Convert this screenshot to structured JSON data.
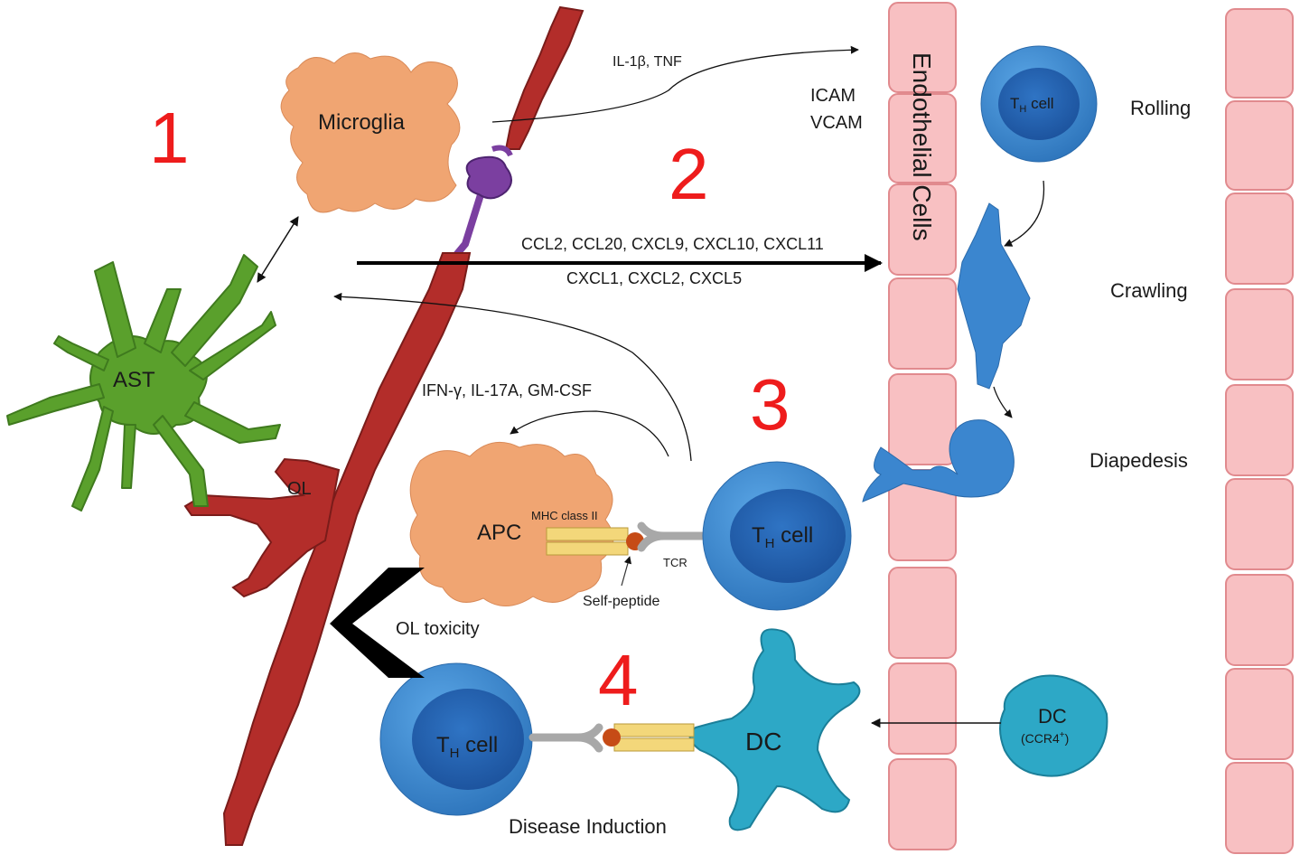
{
  "steps": [
    "1",
    "2",
    "3",
    "4"
  ],
  "cells": {
    "microglia": "Microglia",
    "astrocyte": "AST",
    "oligodendrocyte": "OL",
    "apc": "APC",
    "dc": "DC",
    "dc_migrating": "DC",
    "dc_migrating_sub": "(CCR4",
    "dc_migrating_sup": "+",
    "dc_migrating_close": ")",
    "th_cell_main": "T",
    "th_cell_sub": "H",
    "th_cell_rest": " cell"
  },
  "molecules": {
    "cytokines_1": "IL-1β, TNF",
    "adhesion_1": "ICAM",
    "adhesion_2": "VCAM",
    "chemokines_1": "CCL2, CCL20, CXCL9, CXCL10, CXCL11",
    "chemokines_2": "CXCL1, CXCL2, CXCL5",
    "cytokines_3": "IFN-γ, IL-17A, GM-CSF",
    "mhc": "MHC class II",
    "tcr": "TCR",
    "self_peptide": "Self-peptide"
  },
  "endothelium": "Endothelial Cells",
  "migration_steps": [
    "Rolling",
    "Crawling",
    "Diapedesis"
  ],
  "outcomes": {
    "ol_toxicity": "OL toxicity",
    "disease_induction": "Disease Induction"
  },
  "colors": {
    "step_number": "#ee1c1c",
    "microglia": "#f0a572",
    "astrocyte": "#5aa02c",
    "axon": "#b32d2a",
    "myelin": "#7b3fa0",
    "t_cell_outer": "#3b86cf",
    "t_cell_inner": "#1f5fae",
    "dc": "#2da8c6",
    "endothelial": "#f8c0c2",
    "mhc": "#f3d77a"
  }
}
